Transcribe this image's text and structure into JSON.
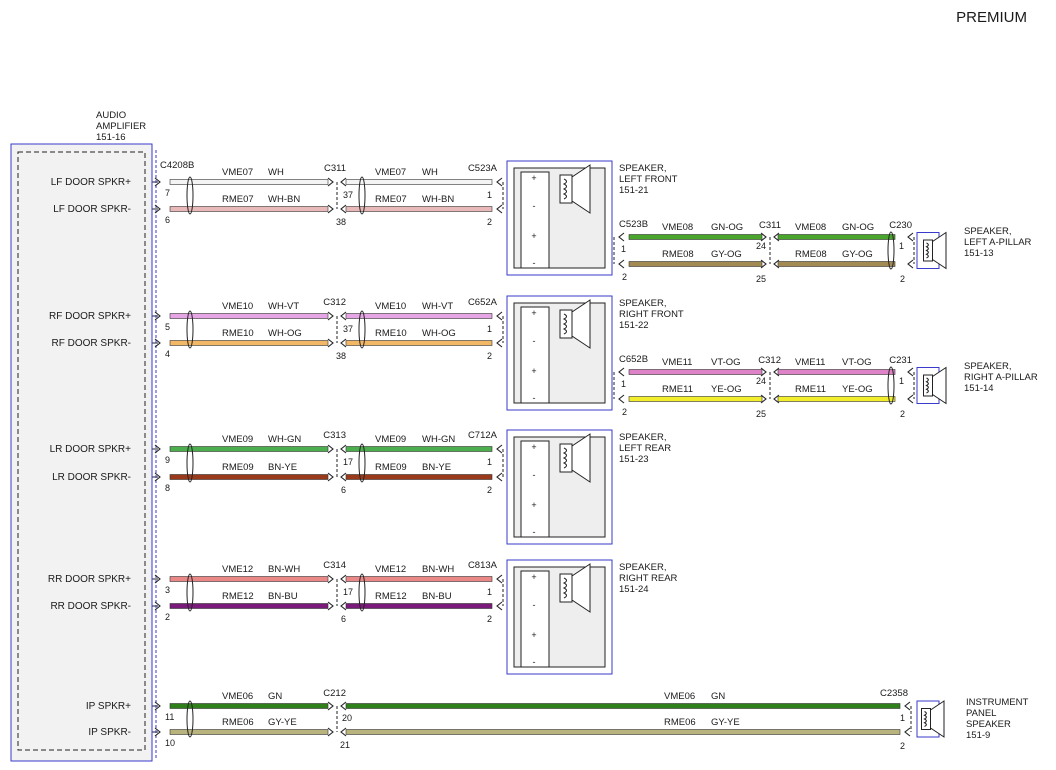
{
  "title": "PREMIUM",
  "colors": {
    "WH": "#f4f4f4",
    "WH-BN": "#e9b9b9",
    "WH-VT": "#e6a6e6",
    "WH-OG": "#f3b866",
    "WH-GN": "#4cae4c",
    "BN-YE": "#9a3a1a",
    "BN-WH": "#ea8888",
    "BN-BU": "#7a1a7a",
    "GN-OG": "#49a52b",
    "GY-OG": "#a38a52",
    "VT-OG": "#de83c8",
    "YE-OG": "#f2ee2c",
    "GN": "#2f7f1a",
    "GY-YE": "#b9b47e",
    "outline": "#3a3acb"
  },
  "amplifier": {
    "lines": [
      "AUDIO",
      "AMPLIFIER",
      "151-16"
    ],
    "pins": [
      {
        "id": "lf_p",
        "label": "LF DOOR SPKR+",
        "pin": "7"
      },
      {
        "id": "lf_n",
        "label": "LF DOOR SPKR-",
        "pin": "6"
      },
      {
        "id": "rf_p",
        "label": "RF DOOR SPKR+",
        "pin": "5"
      },
      {
        "id": "rf_n",
        "label": "RF DOOR SPKR-",
        "pin": "4"
      },
      {
        "id": "lr_p",
        "label": "LR DOOR SPKR+",
        "pin": "9"
      },
      {
        "id": "lr_n",
        "label": "LR DOOR SPKR-",
        "pin": "8"
      },
      {
        "id": "rr_p",
        "label": "RR DOOR SPKR+",
        "pin": "3"
      },
      {
        "id": "rr_n",
        "label": "RR DOOR SPKR-",
        "pin": "2"
      },
      {
        "id": "ip_p",
        "label": "IP SPKR+",
        "pin": "11"
      },
      {
        "id": "ip_n",
        "label": "IP SPKR-",
        "pin": "10"
      }
    ]
  },
  "amp_connector": "C4208B",
  "door_circuits": [
    {
      "circuit": "VME07",
      "color": "WH",
      "inline": "C311",
      "inline_pin": "37",
      "spk_conn": "C523A",
      "spk_pin": "1"
    },
    {
      "circuit": "RME07",
      "color": "WH-BN",
      "inline": "",
      "inline_pin": "38",
      "spk_conn": "",
      "spk_pin": "2"
    },
    {
      "circuit": "VME10",
      "color": "WH-VT",
      "inline": "C312",
      "inline_pin": "37",
      "spk_conn": "C652A",
      "spk_pin": "1"
    },
    {
      "circuit": "RME10",
      "color": "WH-OG",
      "inline": "",
      "inline_pin": "38",
      "spk_conn": "",
      "spk_pin": "2"
    },
    {
      "circuit": "VME09",
      "color": "WH-GN",
      "inline": "C313",
      "inline_pin": "17",
      "spk_conn": "C712A",
      "spk_pin": "1"
    },
    {
      "circuit": "RME09",
      "color": "BN-YE",
      "inline": "",
      "inline_pin": "6",
      "spk_conn": "",
      "spk_pin": "2"
    },
    {
      "circuit": "VME12",
      "color": "BN-WH",
      "inline": "C314",
      "inline_pin": "17",
      "spk_conn": "C813A",
      "spk_pin": "1"
    },
    {
      "circuit": "RME12",
      "color": "BN-BU",
      "inline": "",
      "inline_pin": "6",
      "spk_conn": "",
      "spk_pin": "2"
    }
  ],
  "door_speakers": [
    {
      "lines": [
        "SPEAKER,",
        "LEFT FRONT",
        "151-21"
      ]
    },
    {
      "lines": [
        "SPEAKER,",
        "RIGHT FRONT",
        "151-22"
      ]
    },
    {
      "lines": [
        "SPEAKER,",
        "LEFT REAR",
        "151-23"
      ]
    },
    {
      "lines": [
        "SPEAKER,",
        "RIGHT REAR",
        "151-24"
      ]
    }
  ],
  "door_speaker_terminals": [
    "+",
    "-",
    "+",
    "-"
  ],
  "pillar_circuits": [
    {
      "src_conn": "C523B",
      "src_pin": "1",
      "circuit": "VME08",
      "color": "GN-OG",
      "inline": "C311",
      "inline_pin": "24",
      "spk_conn": "C230",
      "spk_pin": "1"
    },
    {
      "src_conn": "",
      "src_pin": "2",
      "circuit": "RME08",
      "color": "GY-OG",
      "inline": "",
      "inline_pin": "25",
      "spk_conn": "",
      "spk_pin": "2"
    },
    {
      "src_conn": "C652B",
      "src_pin": "1",
      "circuit": "VME11",
      "color": "VT-OG",
      "inline": "C312",
      "inline_pin": "24",
      "spk_conn": "C231",
      "spk_pin": "1"
    },
    {
      "src_conn": "",
      "src_pin": "2",
      "circuit": "RME11",
      "color": "YE-OG",
      "inline": "",
      "inline_pin": "25",
      "spk_conn": "",
      "spk_pin": "2"
    }
  ],
  "pillar_speakers": [
    {
      "lines": [
        "SPEAKER,",
        "LEFT A-PILLAR",
        "151-13"
      ]
    },
    {
      "lines": [
        "SPEAKER,",
        "RIGHT A-PILLAR",
        "151-14"
      ]
    }
  ],
  "ip_circuits": [
    {
      "circuit": "VME06",
      "color": "GN",
      "inline": "C212",
      "inline_pin": "20",
      "spk_conn": "C2358",
      "spk_pin": "1"
    },
    {
      "circuit": "RME06",
      "color": "GY-YE",
      "inline": "",
      "inline_pin": "21",
      "spk_conn": "",
      "spk_pin": "2"
    }
  ],
  "ip_speaker": {
    "lines": [
      "INSTRUMENT",
      "PANEL",
      "SPEAKER",
      "151-9"
    ]
  }
}
